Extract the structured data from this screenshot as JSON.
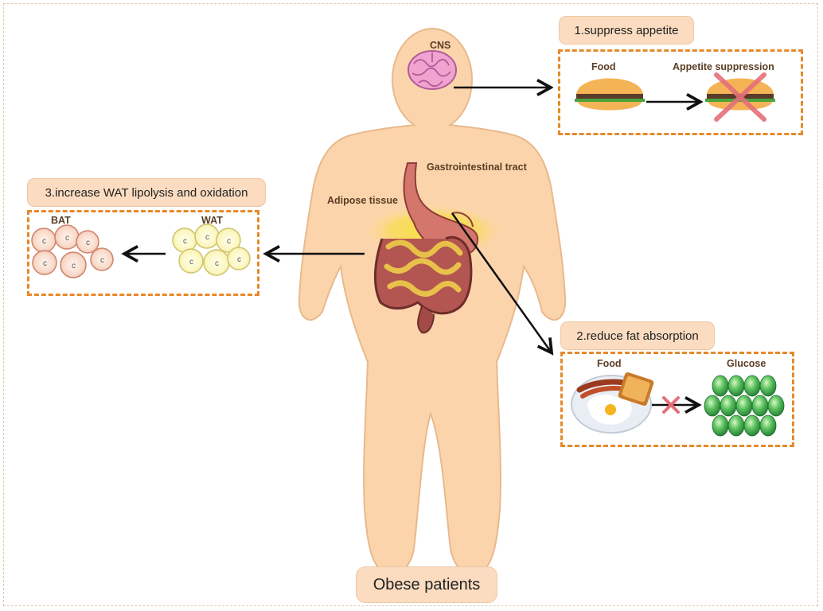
{
  "title": "Obese patients",
  "labels": {
    "cns": "CNS",
    "gi_tract": "Gastrointestinal tract",
    "adipose": "Adipose tissue"
  },
  "effects": [
    {
      "label": "1.suppress appetite",
      "left": "Food",
      "right": "Appetite suppression"
    },
    {
      "label": "2.reduce fat absorption",
      "left": "Food",
      "right": "Glucose"
    },
    {
      "label": "3.increase WAT lipolysis and oxidation",
      "left": "BAT",
      "right": "WAT"
    }
  ],
  "colors": {
    "body": "#fcd4ac",
    "body_outline": "#e8b98d",
    "brain": "#f1a3cf",
    "stomach": "#d5766d",
    "intestine": "#a24b46",
    "fat_glow": "#f6e048",
    "box_border": "#e6892a",
    "pill_fill": "#fbdcc0",
    "glucose": "#4db35a",
    "cross": "#e5707a"
  },
  "icons": [
    "brain-icon",
    "burger-icon",
    "breakfast-plate-icon",
    "glucose-cluster-icon",
    "fat-cell-icon",
    "arrow-icon",
    "cross-icon"
  ]
}
